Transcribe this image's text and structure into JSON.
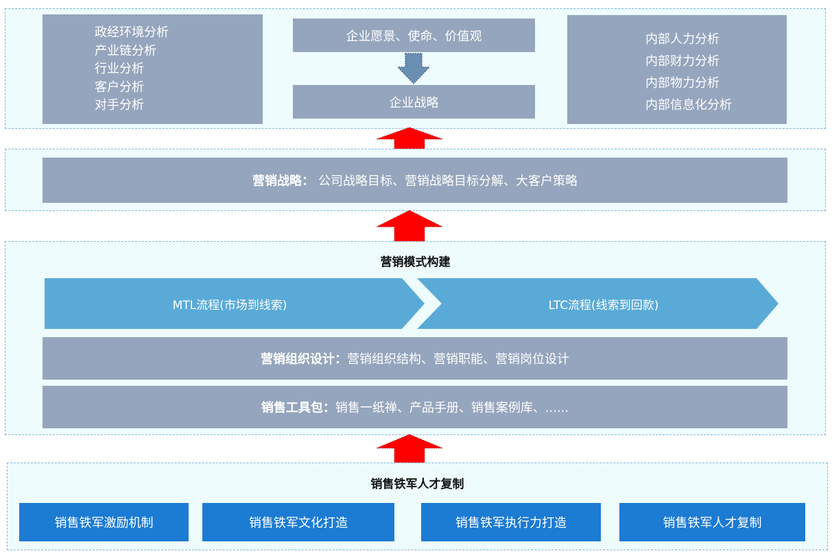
{
  "strategy_panel": {
    "external_analysis": [
      "政经环境分析",
      "产业链分析",
      "行业分析",
      "客户分析",
      "对手分析"
    ],
    "vision": "企业愿景、使命、价值观",
    "enterprise_strategy": "企业战略",
    "internal_analysis": [
      "内部人力分析",
      "内部财力分析",
      "内部物力分析",
      "内部信息化分析"
    ]
  },
  "marketing_strategy": {
    "label": "营销战略：",
    "content": "公司战略目标、营销战略目标分解、大客户策略"
  },
  "marketing_model": {
    "title": "营销模式构建",
    "mtl": "MTL流程(市场到线索)",
    "ltc": "LTC流程(线索到回款)",
    "org_label": "营销组织设计：",
    "org_content": "营销组织结构、营销职能、营销岗位设计",
    "toolkit_label": "销售工具包：",
    "toolkit_content": "销售一纸禅、产品手册、销售案例库、......"
  },
  "sales_team": {
    "title": "销售铁军人才复制",
    "items": [
      "销售铁军激励机制",
      "销售铁军文化打造",
      "销售铁军执行力打造",
      "销售铁军人才复制"
    ]
  },
  "colors": {
    "panel_bg": "#eefcfd",
    "gray_box": "#95a5bd",
    "chevron_blue": "#5aaad8",
    "team_blue": "#1c7bd3",
    "arrow_red": "#ff0000",
    "down_arrow": "#6a8fb3"
  }
}
